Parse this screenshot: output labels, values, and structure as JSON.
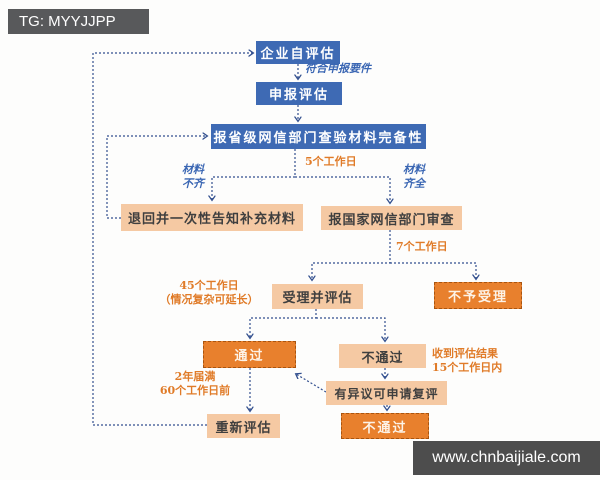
{
  "overlays": {
    "tg_label": "TG: MYYJJPP",
    "watermark": "www.chnbaijiale.com"
  },
  "colors": {
    "node_blue": "#3E6AB4",
    "node_peach": "#F5C9A3",
    "node_orange": "#E8802D",
    "label_orange": "#E07B28",
    "label_blue": "#3A66B3",
    "connector_blue": "#33508F"
  },
  "nodes": {
    "enterprise_self_assessment": "企业自评估",
    "declare_assessment": "申报评估",
    "provincial_check": "报省级网信部门查验材料完备性",
    "return_supplement": "退回并一次性告知补充材料",
    "national_review": "报国家网信部门审查",
    "accept_evaluate": "受理并评估",
    "not_accepted": "不予受理",
    "pass": "通过",
    "fail_first": "不通过",
    "objection_reevaluate": "有异议可申请复评",
    "reassess": "重新评估",
    "fail_final": "不通过"
  },
  "labels": {
    "meets_requirements": "符合申报要件",
    "five_days": "5个工作日",
    "materials_incomplete": [
      "材料",
      "不齐"
    ],
    "materials_complete": [
      "材料",
      "齐全"
    ],
    "seven_days": "7个工作日",
    "fortyfive_days": [
      "45个工作日",
      "（情况复杂可延长）"
    ],
    "receive_result": [
      "收到评估结果",
      "15个工作日内"
    ],
    "two_years": [
      "2年届满",
      "60个工作日前"
    ]
  }
}
